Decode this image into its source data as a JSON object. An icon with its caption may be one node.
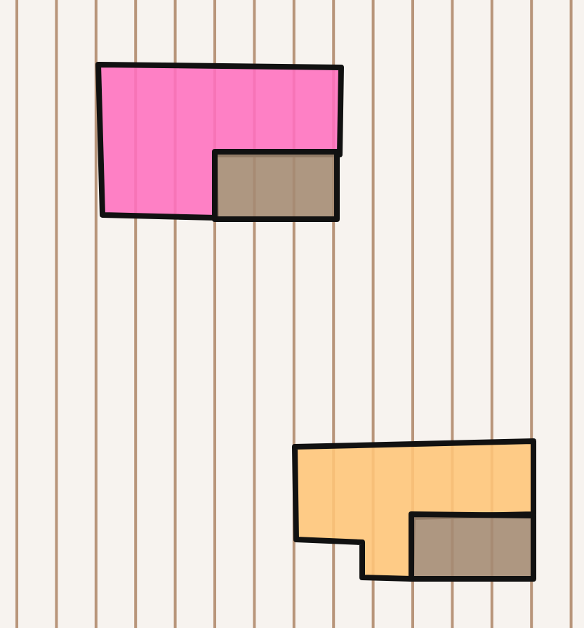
{
  "diagram": {
    "nodes": [
      {
        "text": [],
        "shape": "box"
      },
      {
        "text": [],
        "shape": "box",
        "in": 0
      },
      {
        "text": [],
        "shape": "box"
      },
      {
        "text": [],
        "shape": "box",
        "in": 2
      }
    ]
  }
}
